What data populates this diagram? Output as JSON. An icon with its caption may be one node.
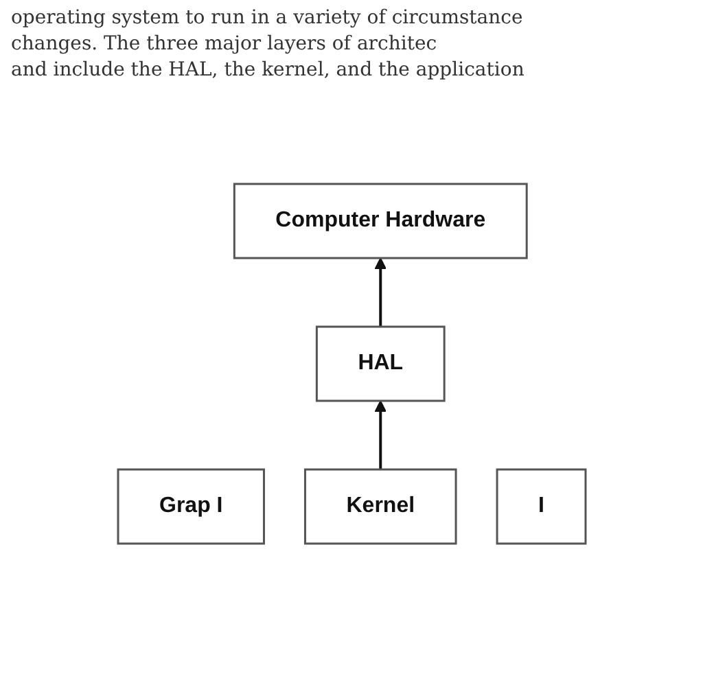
{
  "diagram": {
    "nodes": [
      {
        "text": [
          "Computer Hardware"
        ]
      },
      {
        "text": [
          "HAL"
        ]
      },
      {
        "text": [
          "Grap I"
        ]
      },
      {
        "text": [
          "Kernel"
        ]
      },
      {
        "text": [
          "I"
        ]
      }
    ],
    "edges": [
      {
        "from": 1,
        "to": 0,
        "arrow": "to"
      },
      {
        "from": 3,
        "to": 1,
        "arrow": "to"
      }
    ],
    "labels": [
      "operating system to run in a variety of circumstance",
      "changes. The three major layers of architec",
      "and include the HAL, the kernel, and the application"
    ]
  }
}
